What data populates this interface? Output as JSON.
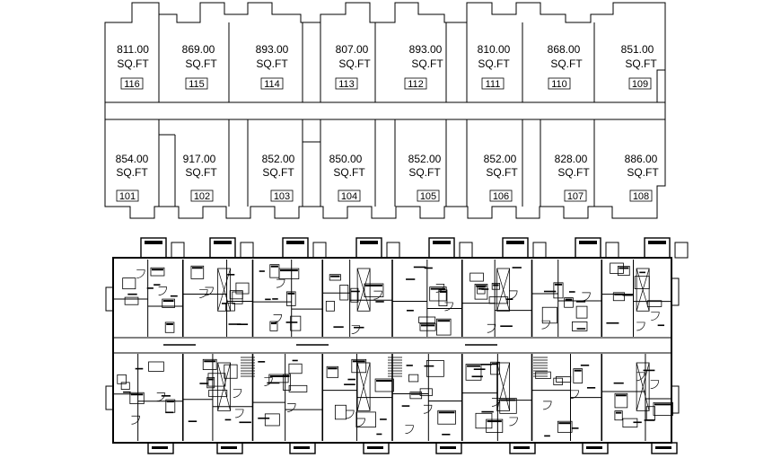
{
  "units_top": [
    {
      "area": "811.00",
      "unit": "SQ.FT",
      "number": "116"
    },
    {
      "area": "869.00",
      "unit": "SQ.FT",
      "number": "115"
    },
    {
      "area": "893.00",
      "unit": "SQ.FT",
      "number": "114"
    },
    {
      "area": "807.00",
      "unit": "SQ.FT",
      "number": "113"
    },
    {
      "area": "893.00",
      "unit": "SQ.FT",
      "number": "112"
    },
    {
      "area": "810.00",
      "unit": "SQ.FT",
      "number": "111"
    },
    {
      "area": "868.00",
      "unit": "SQ.FT",
      "number": "110"
    },
    {
      "area": "851.00",
      "unit": "SQ.FT",
      "number": "109"
    }
  ],
  "units_bottom": [
    {
      "area": "854.00",
      "unit": "SQ.FT",
      "number": "101"
    },
    {
      "area": "917.00",
      "unit": "SQ.FT",
      "number": "102"
    },
    {
      "area": "852.00",
      "unit": "SQ.FT",
      "number": "103"
    },
    {
      "area": "850.00",
      "unit": "SQ.FT",
      "number": "104"
    },
    {
      "area": "852.00",
      "unit": "SQ.FT",
      "number": "105"
    },
    {
      "area": "852.00",
      "unit": "SQ.FT",
      "number": "106"
    },
    {
      "area": "828.00",
      "unit": "SQ.FT",
      "number": "107"
    },
    {
      "area": "886.00",
      "unit": "SQ.FT",
      "number": "108"
    }
  ]
}
